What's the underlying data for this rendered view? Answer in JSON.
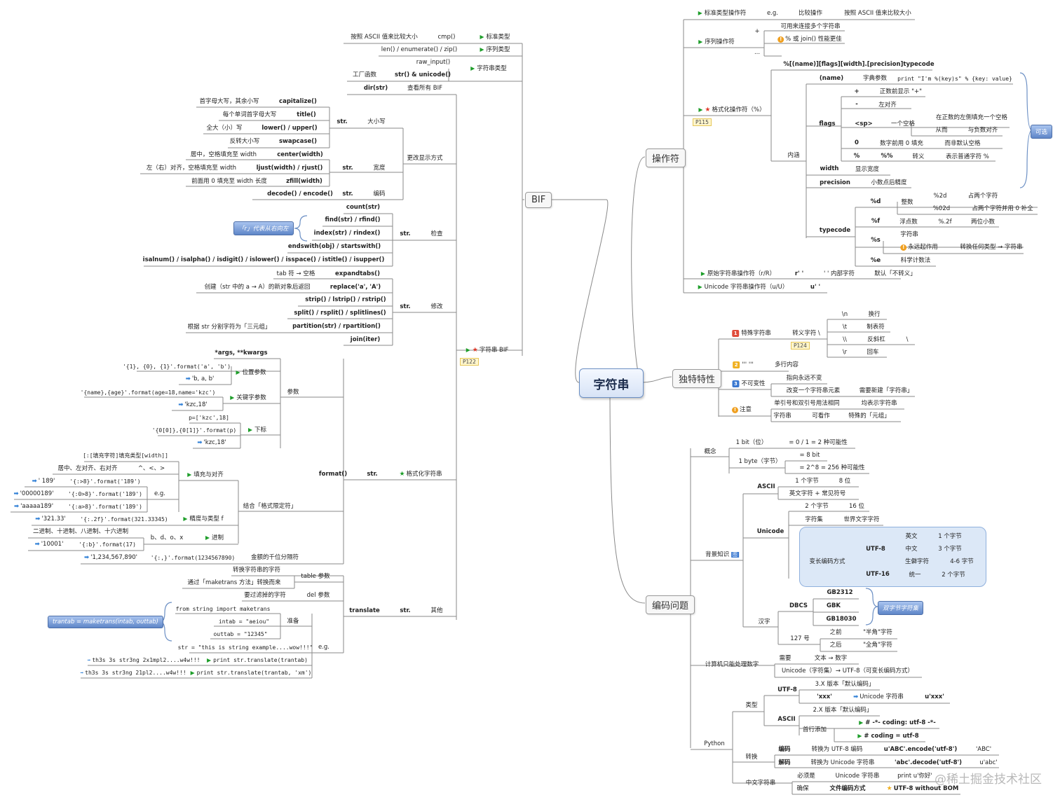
{
  "root": "字符串",
  "branches": {
    "bif": "BIF",
    "operator": "操作符",
    "unique": "独特特性",
    "encoding": "编码问题"
  },
  "left": {
    "builtin_types": [
      {
        "desc": "按照 ASCII 值来比较大小",
        "fn": "cmp()",
        "tag": "标准类型"
      },
      {
        "desc": "",
        "fn": "len() / enumerate() / zip()",
        "tag": "序列类型"
      }
    ],
    "string_type": {
      "raw": "raw_input()",
      "factory": "工厂函数",
      "fn": "str() & unicode()",
      "tag": "字符串类型"
    },
    "dir": {
      "fn": "dir(str)",
      "desc": "查看所有 BIF"
    },
    "case": [
      {
        "desc": "首字母大写，其余小写",
        "fn": "capitalize()"
      },
      {
        "desc": "每个单词首字母大写",
        "fn": "title()"
      },
      {
        "desc": "全大（小）写",
        "fn": "lower() / upper()"
      },
      {
        "desc": "反转大小写",
        "fn": "swapcase()"
      }
    ],
    "case_prefix": "str.",
    "case_group": "大小写",
    "width": [
      {
        "desc": "居中，空格填充至 width",
        "fn": "center(width)"
      },
      {
        "desc": "左（右）对齐，空格填充至 width",
        "fn": "ljust(width) / rjust()"
      },
      {
        "desc": "前面用 0 填充至 width 长度",
        "fn": "zfill(width)"
      }
    ],
    "width_prefix": "str.",
    "width_group": "宽度",
    "codec": {
      "fn": "decode() / encode()",
      "prefix": "str.",
      "group": "编码"
    },
    "display_group": "更改显示方式",
    "check": [
      "count(str)",
      "find(str) / rfind()",
      "index(str) / rindex()",
      "endswith(obj) / startswith()",
      "isalnum() / isalpha() / isdigit() / islower() / isspace() / istitle() / isupper()"
    ],
    "check_prefix": "str.",
    "check_group": "检查",
    "check_callout": "「r」代表从右向左",
    "modify": [
      {
        "desc": "tab 符 → 空格",
        "fn": "expandtabs()"
      },
      {
        "desc": "创建（str 中的 a → A）的新对象后返回",
        "fn": "replace('a', 'A')"
      },
      {
        "desc": "",
        "fn": "strip() / lstrip() / rstrip()"
      },
      {
        "desc": "",
        "fn": "split() / rsplit() / splitlines()"
      },
      {
        "desc": "根据 str 分割字符为「三元组」",
        "fn": "partition(str) / rpartition()"
      },
      {
        "desc": "",
        "fn": "join(iter)"
      }
    ],
    "modify_prefix": "str.",
    "modify_group": "修改",
    "bif_tag": "字符串 BIF",
    "bif_note": "P122",
    "format": {
      "args": "*args, **kwargs",
      "pos_ex": "'{1}, {0}, {1}'.format('a', 'b')",
      "pos_res": "'b, a, b'",
      "pos_tag": "位置参数",
      "kw_ex": "'{name},{age}'.format(age=18,name='kzc')",
      "kw_res": "'kzc,18'",
      "kw_tag": "关键字参数",
      "idx_p": "p=['kzc',18]",
      "idx_ex": "'{0[0]},{0[1]}'.format(p)",
      "idx_res": "'kzc,18'",
      "idx_tag": "下标",
      "param_group": "参数",
      "spec": "[:[填充字符]填充类型[width]]",
      "align_desc": "居中、左对齐、右对齐",
      "align_sym": "^、<、>",
      "align_tag": "填充与对齐",
      "eg": "e.g.",
      "ex1_res": "'   189'",
      "ex1": "'{:>8}'.format('189')",
      "ex2_res": "'00000189'",
      "ex2": "'{:0>8}'.format('189')",
      "ex3_res": "'aaaaa189'",
      "ex3": "'{:a>8}'.format('189')",
      "prec_res": "'321.33'",
      "prec_ex": "'{:.2f}'.format(321.33345)",
      "prec_tag": "精度与类型 f",
      "base_desc": "二进制、十进制、八进制、十六进制",
      "base_sym": "b、d、o、x",
      "base_tag": "进制",
      "base_res": "'10001'",
      "base_ex": "'{:b}'.format(17)",
      "comma_res": "'1,234,567,890'",
      "comma_ex": "'{:,}'.format(1234567890)",
      "comma_tag": "金额的千位分隔符",
      "combine": "结合「格式限定符」",
      "fn": "format()",
      "prefix": "str.",
      "tag": "格式化字符串"
    },
    "translate": {
      "t1": "转换字符串的字符",
      "t2": "通过「maketrans 方法」转换而来",
      "table": "table 参数",
      "del_desc": "要过滤掉的字符",
      "del": "del 参数",
      "imp": "from string import maketrans",
      "intab": "intab = \"aeiou\"",
      "outtab": "outtab = \"12345\"",
      "prep": "准备",
      "callout": "trantab = maketrans(intab, outtab)",
      "strv": "str = \"this is string example....wow!!!\"",
      "eg": "e.g.",
      "r1": "th3s 3s str3ng 2x1mpl2....w4w!!!",
      "c1": "print str.translate(trantab)",
      "r2": "th3s 3s str3ng 21pl2....w4w!!!",
      "c2": "print str.translate(trantab, 'xm')",
      "fn": "translate",
      "prefix": "str.",
      "group": "其他"
    }
  },
  "ops": {
    "std": {
      "tag": "标准类型操作符",
      "eg": "e.g.",
      "cmp": "比较操作",
      "desc": "按照 ASCII 值来比较大小"
    },
    "seq": {
      "tag": "序列操作符",
      "plus": "+",
      "plus_desc": "可用来连接多个字符串",
      "warn": "% 或 join() 性能更佳",
      "dots": "..."
    },
    "fmt": {
      "tag": "格式化操作符（%）",
      "note": "P115",
      "syntax": "%[(name)][flags][width].[precision]typecode",
      "inner": "内涵",
      "name": "(name)",
      "name_d": "字典参数",
      "name_ex": "print \"I'm %(key)s\" % {key: value}",
      "flags": "flags",
      "plus": "+",
      "plus_d": "正数前显示 \"+\"",
      "minus": "-",
      "minus_d": "左对齐",
      "sp": "<sp>",
      "sp_d": "一个空格",
      "sp_d2": "在正数的左侧填充一个空格",
      "sp_d3": "从而",
      "sp_d4": "与负数对齐",
      "zero": "0",
      "zero_d": "数字前用 0 填充",
      "zero_d2": "而非默认空格",
      "pct": "%",
      "pct2": "%%",
      "pct_d": "转义",
      "pct_d2": "表示普通字符 %",
      "width": "width",
      "width_d": "显示宽度",
      "precision": "precision",
      "precision_d": "小数点后精度",
      "typecode": "typecode",
      "d": "%d",
      "d_d": "整数",
      "d1": "%2d",
      "d1_d": "占两个字符",
      "d2": "%02d",
      "d2_d": "占两个字符并用 0 补全",
      "f": "%f",
      "f_d": "浮点数",
      "f1": "%.2f",
      "f1_d": "两位小数",
      "s": "%s",
      "s_d": "字符串",
      "s_warn": "永远起作用",
      "s_d2": "转换任何类型 → 字符串",
      "e": "%e",
      "e_d": "科学计数法",
      "callout": "可选"
    },
    "raw": {
      "tag": "原始字符串操作符（r/R）",
      "sym": "r' '",
      "d": "' ' 内部字符",
      "d2": "默认「不转义」"
    },
    "uni": {
      "tag": "Unicode 字符串操作符（u/U）",
      "sym": "u' '"
    }
  },
  "unique": {
    "special": "特殊字符串",
    "escape": "转义字符 \\",
    "note": "P124",
    "esc": [
      [
        "\\n",
        "换行"
      ],
      [
        "\\t",
        "制表符"
      ],
      [
        "\\\\",
        "反斜杠",
        "\\"
      ],
      [
        "\\r",
        "回车"
      ]
    ],
    "triple": "''' '''",
    "multiline": "多行内容",
    "immut": "不可变性",
    "immut1": "指向永远不变",
    "immut2": "改变一个字符串元素",
    "immut3": "需要新建「字符串」",
    "notice": "注意",
    "n1": "单引号和双引号用法相同",
    "n1b": "均表示字符串",
    "n2": "字符串",
    "n2b": "可看作",
    "n2c": "特殊的「元组」"
  },
  "enc": {
    "concept": "概念",
    "bit": "1 bit（位）",
    "bit_d": "= 0 / 1 = 2 种可能性",
    "byte": "1 byte（字节）",
    "byte_d": "= 8 bit",
    "byte_d2": "= 2^8 = 256 种可能性",
    "bg": "背景知识",
    "bg_badge": "图",
    "ascii": "ASCII",
    "ascii1": "1 个字节",
    "ascii1b": "8 位",
    "ascii2": "英文字符 + 常见符号",
    "unicode": "Unicode",
    "uni1": "2 个字节",
    "uni1b": "16 位",
    "uni2": "字符集",
    "uni2b": "世界文字字符",
    "var": "变长编码方式",
    "utf8": "UTF-8",
    "en": "英文",
    "en_d": "1 个字节",
    "zh": "中文",
    "zh_d": "3 个字节",
    "rare": "生僻字符",
    "rare_d": "4-6 字节",
    "utf16": "UTF-16",
    "utf16_d": "统一",
    "utf16_d2": "2 个字节",
    "hanzi": "汉字",
    "dbcs": "DBCS",
    "gb": [
      "GB2312",
      "GBK",
      "GB18030"
    ],
    "dbcs_callout": "双字节字符集",
    "n127": "127 号",
    "before": "之前",
    "before_d": "\"半角\"字符",
    "after": "之后",
    "after_d": "\"全角\"字符",
    "num": "计算机只能处理数字",
    "need": "需要",
    "need_d": "文本 → 数字",
    "uni_utf": "Unicode（字符集）→ UTF-8（可变长编码方式）",
    "py": "Python",
    "type": "类型",
    "py_utf8": "UTF-8",
    "py3": "3.X 版本「默认编码」",
    "py3_ex": "'xxx'",
    "py3_res": "Unicode 字符串",
    "py3_u": "u'xxx'",
    "py_ascii": "ASCII",
    "py2": "2.X 版本「默认编码」",
    "head": "首行添加",
    "h1": "# -*- coding: utf-8 -*-",
    "h2": "# coding = utf-8",
    "conv": "转换",
    "enc": "编码",
    "enc_d": "转换为 UTF-8 编码",
    "enc_ex": "u'ABC'.encode('utf-8')",
    "enc_r": "'ABC'",
    "dec": "解码",
    "dec_d": "转换为 Unicode 字符串",
    "dec_ex": "'abc'.decode('utf-8')",
    "dec_r": "u'abc'",
    "zhs": "中文字符串",
    "must": "必须是",
    "must_d": "Unicode 字符串",
    "must_ex": "print u'你好'",
    "ensure": "确保",
    "ensure_d": "文件编码方式",
    "ensure_v": "UTF-8 without BOM"
  },
  "watermark": "@稀土掘金技术社区",
  "colors": {
    "flag": "#1e9e2a",
    "star": "#e03b2c",
    "callout": "#5f86c8",
    "region": "#dce8f7",
    "line": "#8a8a8a"
  }
}
